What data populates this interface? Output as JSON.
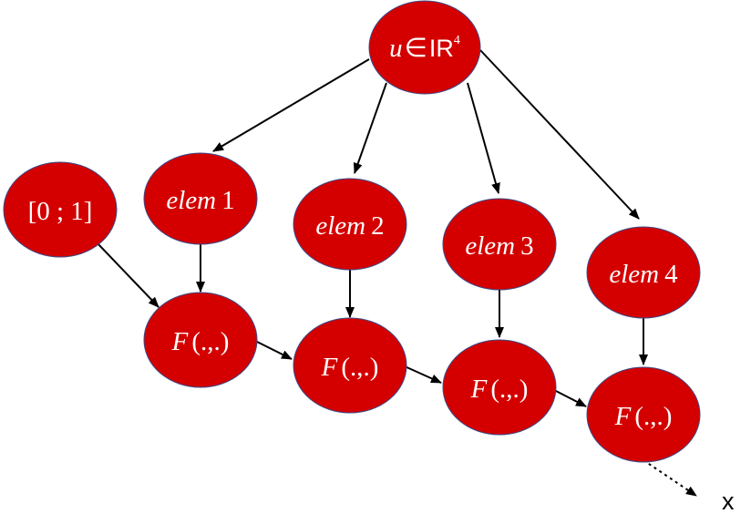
{
  "diagram": {
    "colors": {
      "node_fill": "#d40000",
      "node_border": "#3b4a86",
      "node_text": "#ffffff",
      "edge": "#000000"
    },
    "input_node": {
      "var": "u",
      "member_of": "∈",
      "set": "IR",
      "exponent": "4"
    },
    "interval_node": {
      "label": "[0 ; 1]"
    },
    "element_nodes": [
      {
        "name": "elem",
        "index": "1"
      },
      {
        "name": "elem",
        "index": "2"
      },
      {
        "name": "elem",
        "index": "3"
      },
      {
        "name": "elem",
        "index": "4"
      }
    ],
    "function_nodes": [
      {
        "func": "F",
        "args": "(.,.)"
      },
      {
        "func": "F",
        "args": "(.,.)"
      },
      {
        "func": "F",
        "args": "(.,.)"
      },
      {
        "func": "F",
        "args": "(.,.)"
      }
    ],
    "output": {
      "label": "x"
    }
  }
}
